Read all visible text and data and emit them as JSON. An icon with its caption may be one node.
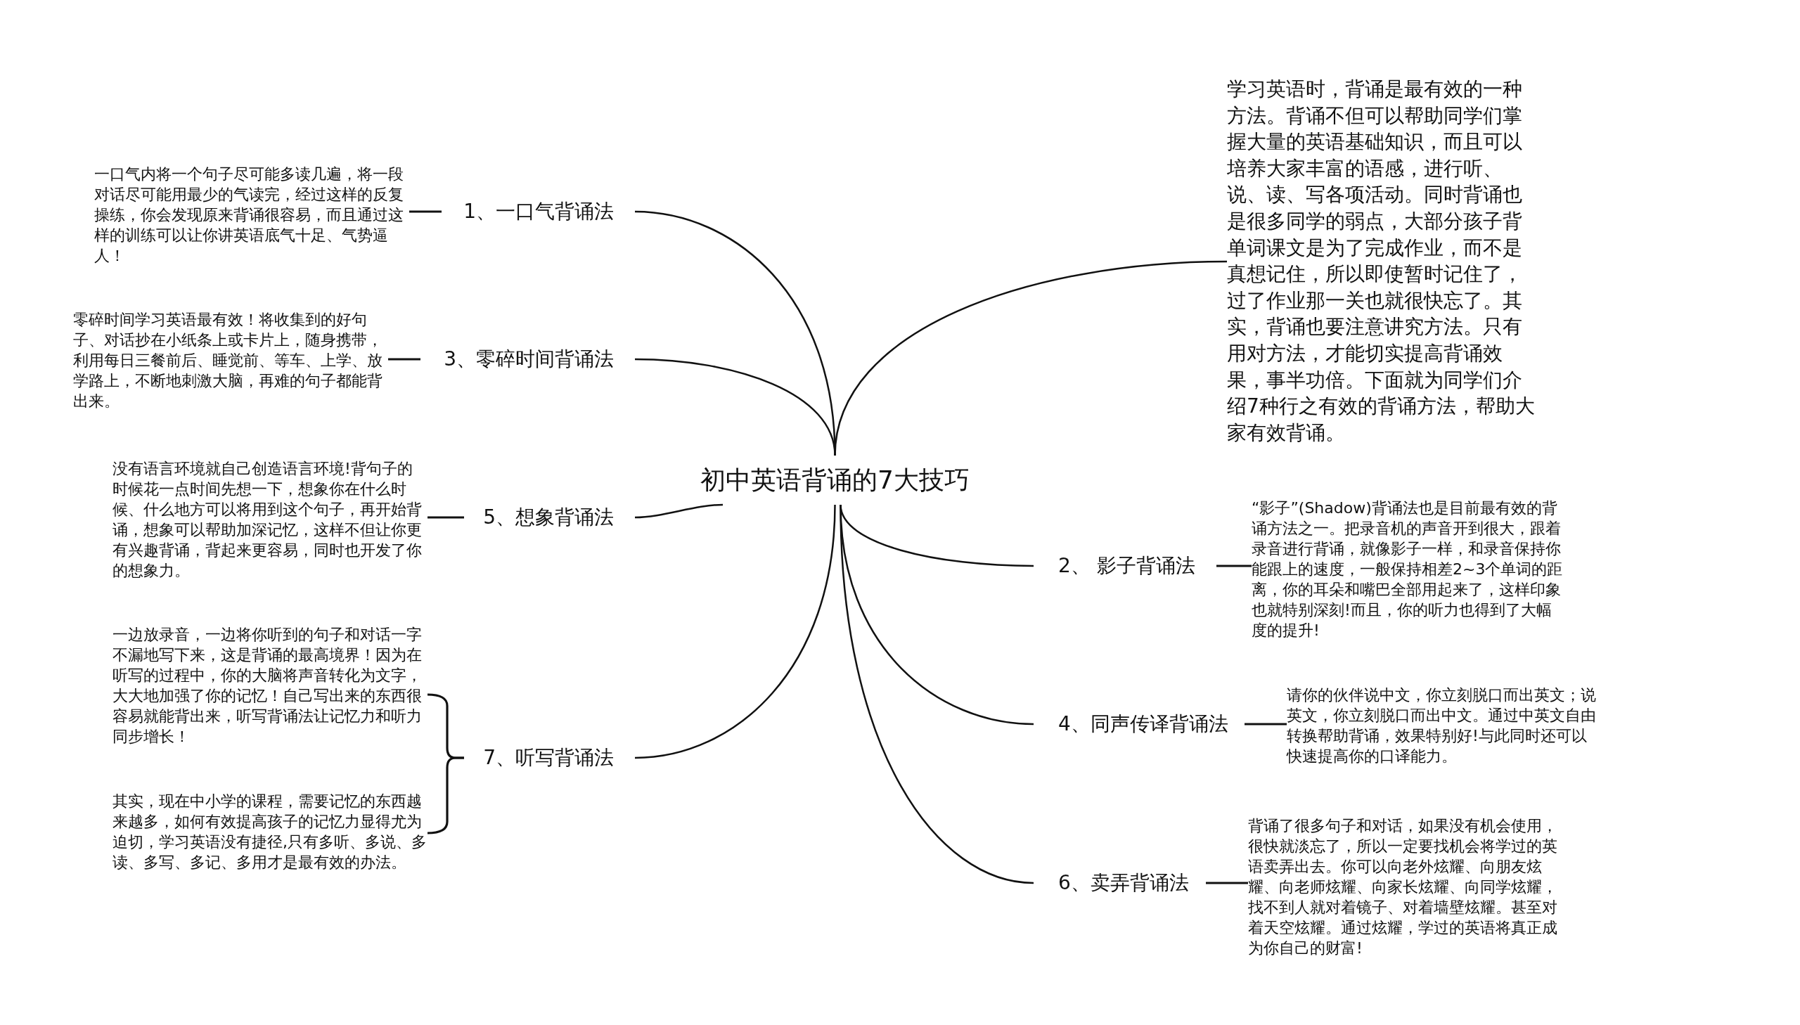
{
  "diagram": {
    "nodes": [
      {
        "text": [
          "初中英语背诵的7大技巧"
        ]
      },
      {
        "text": [
          "学习英语时，背诵是最有效的一种方法。背诵不但可以帮助同学们掌握大量的英语基础知识，而且可以培养大家丰富的语感，进行听、说、读、写各项活动。同时背诵也是很多同学的弱点，大部分孩子背单词课文是为了完成作业，而不是真想记住，所以即使暂时记住了，过了作业那一关也就很快忘了。其实，背诵也要注意讲究方法。只有用对方法，才能切实提高背诵效果，事半功倍。下面就为同学们介绍7种行之有效的背诵方法，帮助大家有效背诵。"
        ]
      },
      {
        "text": [
          "1、一口气背诵法"
        ]
      },
      {
        "text": [
          "一口气内将一个句子尽可能多读几遍，将一段对话尽可能用最少的气读完，经过这样的反复操练，你会发现原来背诵很容易，而且通过这样的训练可以让你讲英语底气十足、气势逼人！"
        ]
      },
      {
        "text": [
          "3、零碎时间背诵法"
        ]
      },
      {
        "text": [
          "零碎时间学习英语最有效！将收集到的好句子、对话抄在小纸条上或卡片上，随身携带，利用每日三餐前后、睡觉前、等车、上学、放学路上，不断地刺激大脑，再难的句子都能背出来。"
        ]
      },
      {
        "text": [
          "5、想象背诵法"
        ]
      },
      {
        "text": [
          "没有语言环境就自己创造语言环境!背句子的时候花一点时间先想一下，想象你在什么时候、什么地方可以将用到这个句子，再开始背诵，想象可以帮助加深记忆，这样不但让你更有兴趣背诵，背起来更容易，同时也开发了你的想象力。"
        ]
      },
      {
        "text": [
          "7、听写背诵法"
        ]
      },
      {
        "text": [
          "一边放录音，一边将你听到的句子和对话一字不漏地写下来，这是背诵的最高境界！因为在听写的过程中，你的大脑将声音转化为文字，大大地加强了你的记忆！自己写出来的东西很容易就能背出来，听写背诵法让记忆力和听力同步增长！"
        ]
      },
      {
        "text": [
          "其实，现在中小学的课程，需要记忆的东西越来越多，如何有效提高孩子的记忆力显得尤为迫切，学习英语没有捷径,只有多听、多说、多读、多写、多记、多用才是最有效的办法。"
        ]
      },
      {
        "text": [
          "2、 影子背诵法"
        ]
      },
      {
        "text": [
          "“影子”(Shadow)背诵法也是目前最有效的背诵方法之一。把录音机的声音开到很大，跟着录音进行背诵，就像影子一样，和录音保持你能跟上的速度，一般保持相差2~3个单词的距离，你的耳朵和嘴巴全部用起来了，这样印象也就特别深刻!而且，你的听力也得到了大幅度的提升!"
        ]
      },
      {
        "text": [
          "4、同声传译背诵法"
        ]
      },
      {
        "text": [
          "请你的伙伴说中文，你立刻脱口而出英文；说英文，你立刻脱口而出中文。通过中英文自由转换帮助背诵，效果特别好!与此同时还可以快速提高你的口译能力。"
        ]
      },
      {
        "text": [
          "6、卖弄背诵法"
        ]
      },
      {
        "text": [
          "背诵了很多句子和对话，如果没有机会使用，很快就淡忘了，所以一定要找机会将学过的英语卖弄出去。你可以向老外炫耀、向朋友炫耀、向老师炫耀、向家长炫耀、向同学炫耀，找不到人就对着镜子、对着墙壁炫耀。甚至对着天空炫耀。通过炫耀，学过的英语将真正成为你自己的财富!"
        ]
      }
    ],
    "edges": [
      {
        "from": 0,
        "to": 1,
        "arrow": "none"
      },
      {
        "from": 0,
        "to": 2,
        "arrow": "none"
      },
      {
        "from": 2,
        "to": 3,
        "arrow": "none"
      },
      {
        "from": 0,
        "to": 4,
        "arrow": "none"
      },
      {
        "from": 4,
        "to": 5,
        "arrow": "none"
      },
      {
        "from": 0,
        "to": 6,
        "arrow": "none"
      },
      {
        "from": 6,
        "to": 7,
        "arrow": "none"
      },
      {
        "from": 0,
        "to": 8,
        "arrow": "none"
      },
      {
        "from": 8,
        "to": 9,
        "arrow": "none"
      },
      {
        "from": 8,
        "to": 10,
        "arrow": "none"
      },
      {
        "from": 0,
        "to": 11,
        "arrow": "none"
      },
      {
        "from": 11,
        "to": 12,
        "arrow": "none"
      },
      {
        "from": 0,
        "to": 13,
        "arrow": "none"
      },
      {
        "from": 13,
        "to": 14,
        "arrow": "none"
      },
      {
        "from": 0,
        "to": 15,
        "arrow": "none"
      },
      {
        "from": 15,
        "to": 16,
        "arrow": "none"
      }
    ]
  }
}
